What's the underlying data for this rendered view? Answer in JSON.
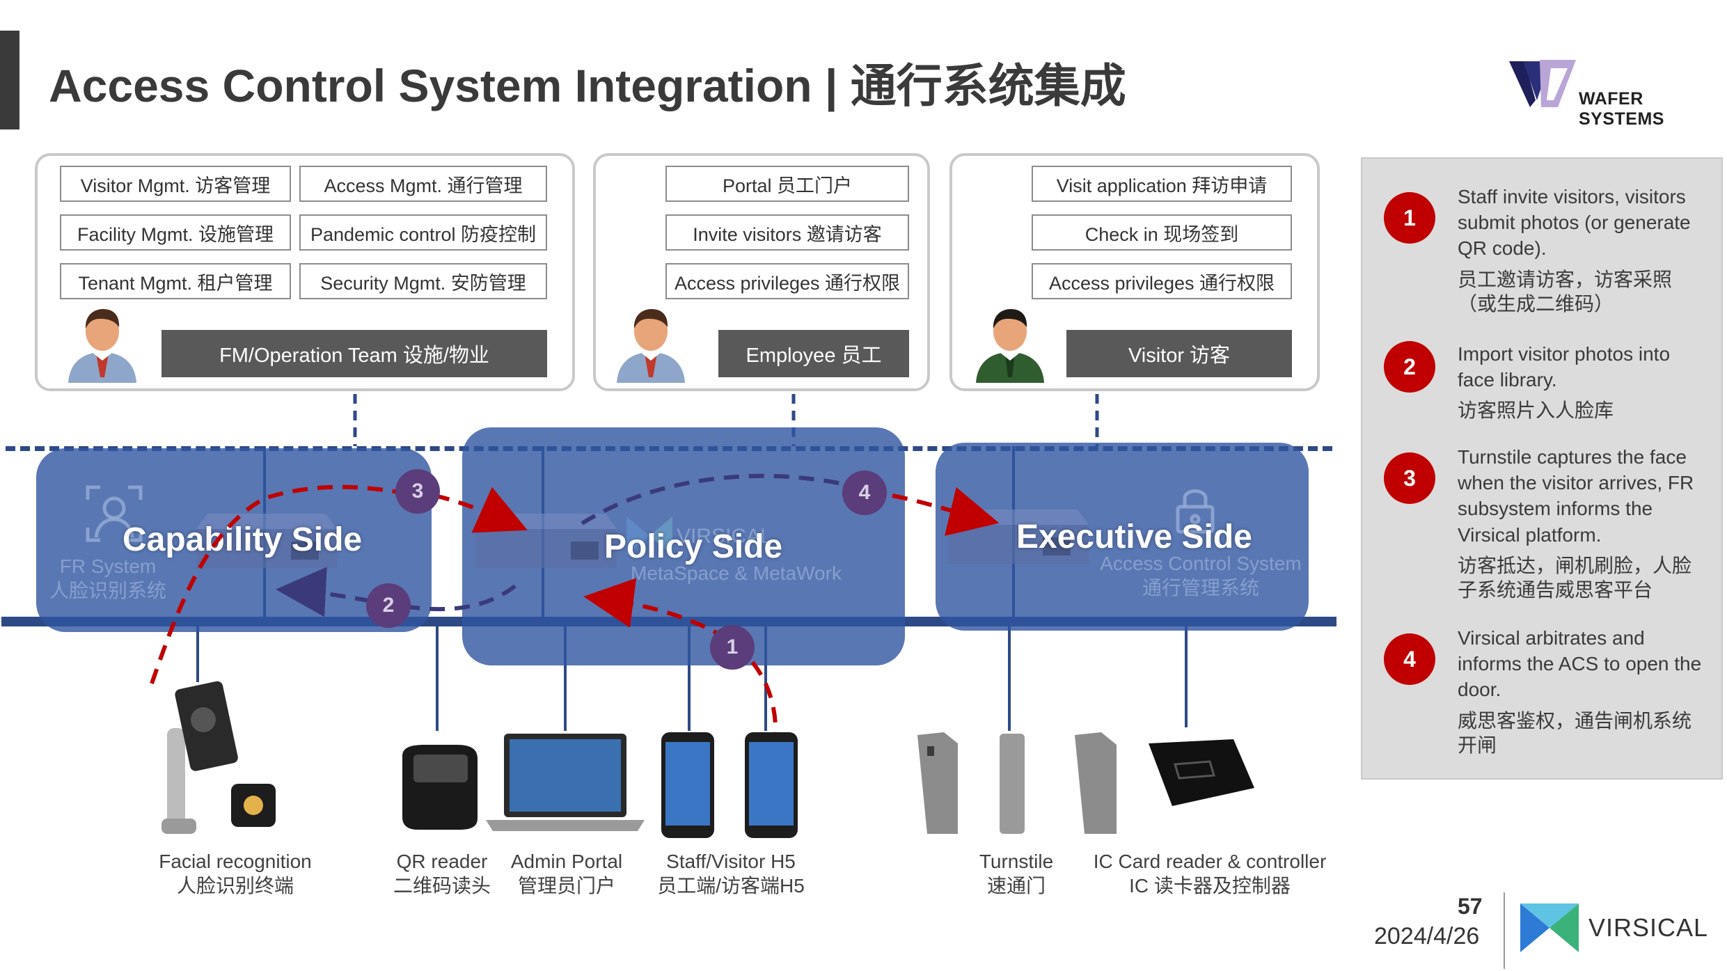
{
  "title": "Access Control System Integration | 通行系统集成",
  "company_logo_text": "WAFER SYSTEMS",
  "groups": {
    "fm": {
      "items": [
        "Visitor Mgmt. 访客管理",
        "Access Mgmt. 通行管理",
        "Facility Mgmt. 设施管理",
        "Pandemic control 防疫控制",
        "Tenant Mgmt. 租户管理",
        "Security Mgmt. 安防管理"
      ],
      "role": "FM/Operation Team  设施/物业"
    },
    "employee": {
      "items": [
        "Portal 员工门户",
        "Invite visitors 邀请访客",
        "Access privileges 通行权限"
      ],
      "role": "Employee 员工"
    },
    "visitor": {
      "items": [
        "Visit application 拜访申请",
        "Check in 现场签到",
        "Access privileges 通行权限"
      ],
      "role": "Visitor 访客"
    }
  },
  "panels": {
    "capability": {
      "title": "Capability Side",
      "ghost_en": "FR System",
      "ghost_zh": "人脸识别系统"
    },
    "policy": {
      "title": "Policy Side",
      "ghost_brand": "VIRSICAL",
      "ghost_sub": "MetaSpace & MetaWork"
    },
    "executive": {
      "title": "Executive Side",
      "ghost_en": "Access Control System",
      "ghost_zh": "通行管理系统"
    }
  },
  "flow_badges": [
    "1",
    "2",
    "3",
    "4"
  ],
  "devices": [
    {
      "en": "Facial recognition",
      "zh": "人脸识别终端"
    },
    {
      "en": "QR reader",
      "zh": "二维码读头"
    },
    {
      "en": "Admin Portal",
      "zh": "管理员门户"
    },
    {
      "en": "Staff/Visitor H5",
      "zh": "员工端/访客端H5"
    },
    {
      "en": "Turnstile",
      "zh": "速通门"
    },
    {
      "en": "IC Card reader & controller",
      "zh": "IC 读卡器及控制器"
    }
  ],
  "steps": [
    {
      "num": "1",
      "en": "Staff invite visitors, visitors submit photos (or generate QR code).",
      "zh": "员工邀请访客，访客采照（或生成二维码）"
    },
    {
      "num": "2",
      "en": "Import visitor photos into face library.",
      "zh": "访客照片入人脸库"
    },
    {
      "num": "3",
      "en": "Turnstile captures the face when the visitor arrives, FR subsystem informs the Virsical platform.",
      "zh": "访客抵达，闸机刷脸，人脸子系统通告威思客平台"
    },
    {
      "num": "4",
      "en": "Virsical arbitrates and informs the ACS to open the door.",
      "zh": "威思客鉴权，通告闸机系统开闸"
    }
  ],
  "footer": {
    "page": "57",
    "date": "2024/4/26",
    "brand": "VIRSICAL"
  },
  "colors": {
    "panel": "#2f55a0",
    "bus": "#2e4a86",
    "flow_arrow": "#c00000",
    "badge": "#5a3d7a",
    "step_circle": "#c00000",
    "role_box": "#595959"
  }
}
